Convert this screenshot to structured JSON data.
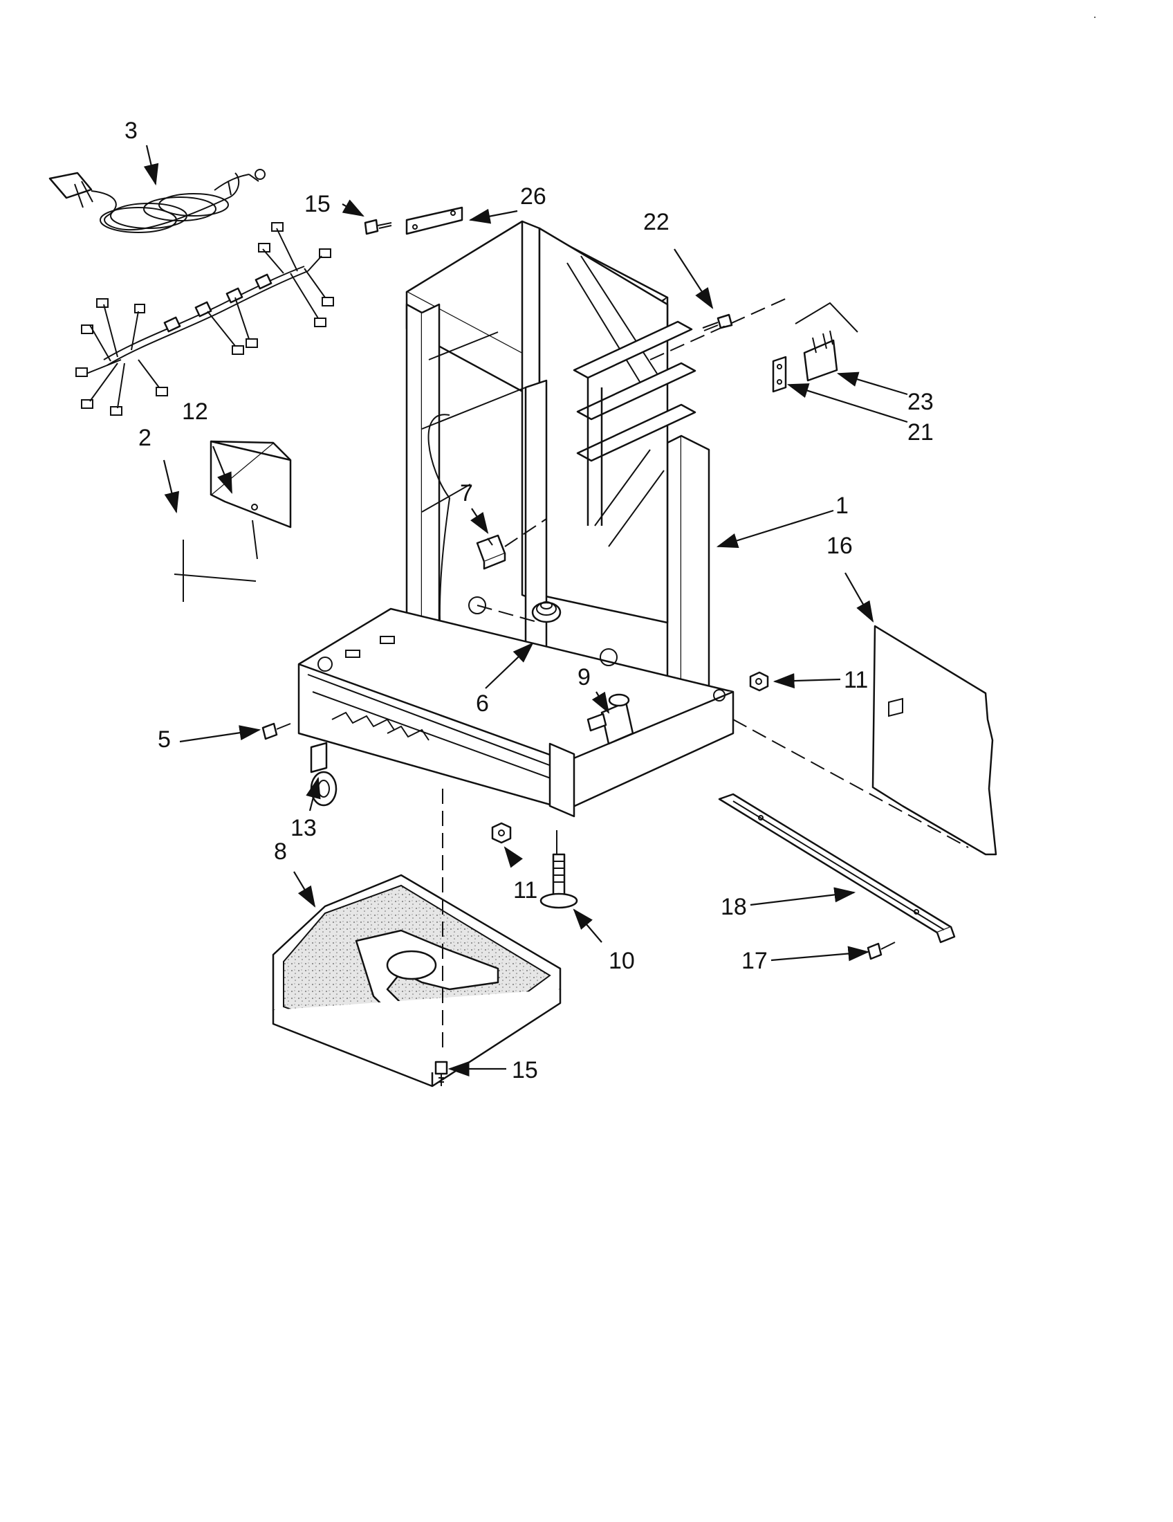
{
  "callouts": [
    {
      "id": "c1",
      "text": "1"
    },
    {
      "id": "c2",
      "text": "2"
    },
    {
      "id": "c3",
      "text": "3"
    },
    {
      "id": "c5",
      "text": "5"
    },
    {
      "id": "c6",
      "text": "6"
    },
    {
      "id": "c7",
      "text": "7"
    },
    {
      "id": "c8",
      "text": "8"
    },
    {
      "id": "c9",
      "text": "9"
    },
    {
      "id": "c10",
      "text": "10"
    },
    {
      "id": "c11a",
      "text": "11"
    },
    {
      "id": "c11b",
      "text": "11"
    },
    {
      "id": "c12",
      "text": "12"
    },
    {
      "id": "c13",
      "text": "13"
    },
    {
      "id": "c15a",
      "text": "15"
    },
    {
      "id": "c15b",
      "text": "15"
    },
    {
      "id": "c16",
      "text": "16"
    },
    {
      "id": "c17",
      "text": "17"
    },
    {
      "id": "c18",
      "text": "18"
    },
    {
      "id": "c21",
      "text": "21"
    },
    {
      "id": "c22",
      "text": "22"
    },
    {
      "id": "c23",
      "text": "23"
    },
    {
      "id": "c26",
      "text": "26"
    }
  ]
}
